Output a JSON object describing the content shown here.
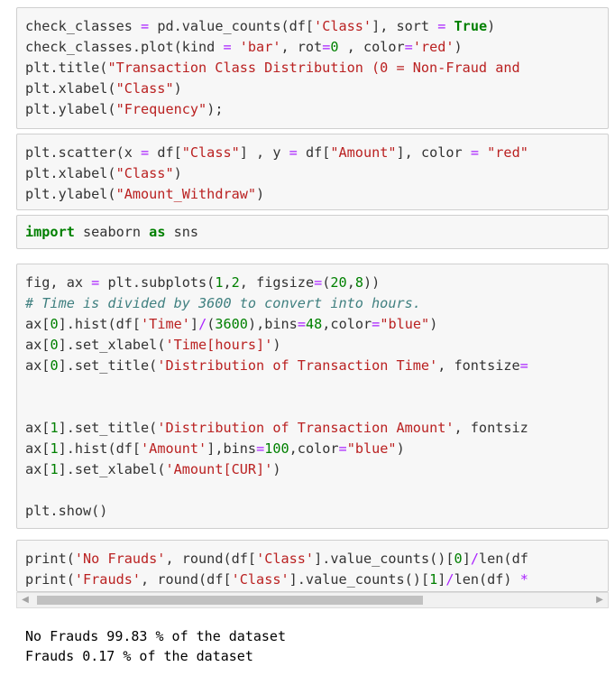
{
  "cells": [
    {
      "lines": [
        [
          [
            "check_classes ",
            ""
          ],
          [
            "=",
            "op"
          ],
          [
            " pd.value_counts(df[",
            ""
          ],
          [
            "'Class'",
            "str"
          ],
          [
            "], sort ",
            ""
          ],
          [
            "=",
            "op"
          ],
          [
            " ",
            ""
          ],
          [
            "True",
            "kw"
          ],
          [
            ")",
            ""
          ]
        ],
        [
          [
            "check_classes.plot(kind ",
            ""
          ],
          [
            "=",
            "op"
          ],
          [
            " ",
            ""
          ],
          [
            "'bar'",
            "str"
          ],
          [
            ", rot",
            ""
          ],
          [
            "=",
            "op"
          ],
          [
            "0",
            "num"
          ],
          [
            " , color",
            ""
          ],
          [
            "=",
            "op"
          ],
          [
            "'red'",
            "str"
          ],
          [
            ")",
            ""
          ]
        ],
        [
          [
            "plt.title(",
            ""
          ],
          [
            "\"Transaction Class Distribution (0 = Non-Fraud and",
            "str"
          ]
        ],
        [
          [
            "plt.xlabel(",
            ""
          ],
          [
            "\"Class\"",
            "str"
          ],
          [
            ")",
            ""
          ]
        ],
        [
          [
            "plt.ylabel(",
            ""
          ],
          [
            "\"Frequency\"",
            "str"
          ],
          [
            ");",
            ""
          ]
        ]
      ]
    },
    {
      "lines": [
        [
          [
            "plt.scatter(x ",
            ""
          ],
          [
            "=",
            "op"
          ],
          [
            " df[",
            ""
          ],
          [
            "\"Class\"",
            "str"
          ],
          [
            "] , y ",
            ""
          ],
          [
            "=",
            "op"
          ],
          [
            " df[",
            ""
          ],
          [
            "\"Amount\"",
            "str"
          ],
          [
            "], color ",
            ""
          ],
          [
            "=",
            "op"
          ],
          [
            " ",
            ""
          ],
          [
            "\"red\"",
            "str"
          ]
        ],
        [
          [
            "plt.xlabel(",
            ""
          ],
          [
            "\"Class\"",
            "str"
          ],
          [
            ")",
            ""
          ]
        ],
        [
          [
            "plt.ylabel(",
            ""
          ],
          [
            "\"Amount_Withdraw\"",
            "str"
          ],
          [
            ")",
            ""
          ]
        ]
      ]
    },
    {
      "lines": [
        [
          [
            "import",
            "kw"
          ],
          [
            " seaborn ",
            ""
          ],
          [
            "as",
            "kw"
          ],
          [
            " sns",
            ""
          ]
        ]
      ]
    },
    {
      "lines": [
        [
          [
            "fig, ax ",
            ""
          ],
          [
            "=",
            "op"
          ],
          [
            " plt.subplots(",
            ""
          ],
          [
            "1",
            "num"
          ],
          [
            ",",
            ""
          ],
          [
            "2",
            "num"
          ],
          [
            ", figsize",
            ""
          ],
          [
            "=",
            "op"
          ],
          [
            "(",
            ""
          ],
          [
            "20",
            "num"
          ],
          [
            ",",
            ""
          ],
          [
            "8",
            "num"
          ],
          [
            "))",
            ""
          ]
        ],
        [
          [
            "# Time is divided by 3600 to convert into hours.",
            "cm"
          ]
        ],
        [
          [
            "ax[",
            ""
          ],
          [
            "0",
            "num"
          ],
          [
            "].hist(df[",
            ""
          ],
          [
            "'Time'",
            "str"
          ],
          [
            "]",
            ""
          ],
          [
            "/",
            "op"
          ],
          [
            "(",
            ""
          ],
          [
            "3600",
            "num"
          ],
          [
            "),bins",
            ""
          ],
          [
            "=",
            "op"
          ],
          [
            "48",
            "num"
          ],
          [
            ",color",
            ""
          ],
          [
            "=",
            "op"
          ],
          [
            "\"blue\"",
            "str"
          ],
          [
            ")",
            ""
          ]
        ],
        [
          [
            "ax[",
            ""
          ],
          [
            "0",
            "num"
          ],
          [
            "].set_xlabel(",
            ""
          ],
          [
            "'Time[hours]'",
            "str"
          ],
          [
            ")",
            ""
          ]
        ],
        [
          [
            "ax[",
            ""
          ],
          [
            "0",
            "num"
          ],
          [
            "].set_title(",
            ""
          ],
          [
            "'Distribution of Transaction Time'",
            "str"
          ],
          [
            ", fontsize",
            ""
          ],
          [
            "=",
            "op"
          ]
        ],
        [
          [
            "",
            ""
          ]
        ],
        [
          [
            "",
            ""
          ]
        ],
        [
          [
            "ax[",
            ""
          ],
          [
            "1",
            "num"
          ],
          [
            "].set_title(",
            ""
          ],
          [
            "'Distribution of Transaction Amount'",
            "str"
          ],
          [
            ", fontsiz",
            ""
          ]
        ],
        [
          [
            "ax[",
            ""
          ],
          [
            "1",
            "num"
          ],
          [
            "].hist(df[",
            ""
          ],
          [
            "'Amount'",
            "str"
          ],
          [
            "],bins",
            ""
          ],
          [
            "=",
            "op"
          ],
          [
            "100",
            "num"
          ],
          [
            ",color",
            ""
          ],
          [
            "=",
            "op"
          ],
          [
            "\"blue\"",
            "str"
          ],
          [
            ")",
            ""
          ]
        ],
        [
          [
            "ax[",
            ""
          ],
          [
            "1",
            "num"
          ],
          [
            "].set_xlabel(",
            ""
          ],
          [
            "'Amount[CUR]'",
            "str"
          ],
          [
            ")",
            ""
          ]
        ],
        [
          [
            "",
            ""
          ]
        ],
        [
          [
            "plt.show()",
            ""
          ]
        ]
      ]
    },
    {
      "lines": [
        [
          [
            "print(",
            ""
          ],
          [
            "'No Frauds'",
            "str"
          ],
          [
            ", round(df[",
            ""
          ],
          [
            "'Class'",
            "str"
          ],
          [
            "].value_counts()[",
            ""
          ],
          [
            "0",
            "num"
          ],
          [
            "]",
            ""
          ],
          [
            "/",
            "op"
          ],
          [
            "len(df",
            ""
          ]
        ],
        [
          [
            "print(",
            ""
          ],
          [
            "'Frauds'",
            "str"
          ],
          [
            ", round(df[",
            ""
          ],
          [
            "'Class'",
            "str"
          ],
          [
            "].value_counts()[",
            ""
          ],
          [
            "1",
            "num"
          ],
          [
            "]",
            ""
          ],
          [
            "/",
            "op"
          ],
          [
            "len(df) ",
            ""
          ],
          [
            "*",
            "op"
          ]
        ]
      ]
    }
  ],
  "scrollbar": {
    "left_arrow": "◀",
    "right_arrow": "▶"
  },
  "output": [
    "No Frauds 99.83 % of the dataset",
    "Frauds 0.17 % of the dataset"
  ]
}
